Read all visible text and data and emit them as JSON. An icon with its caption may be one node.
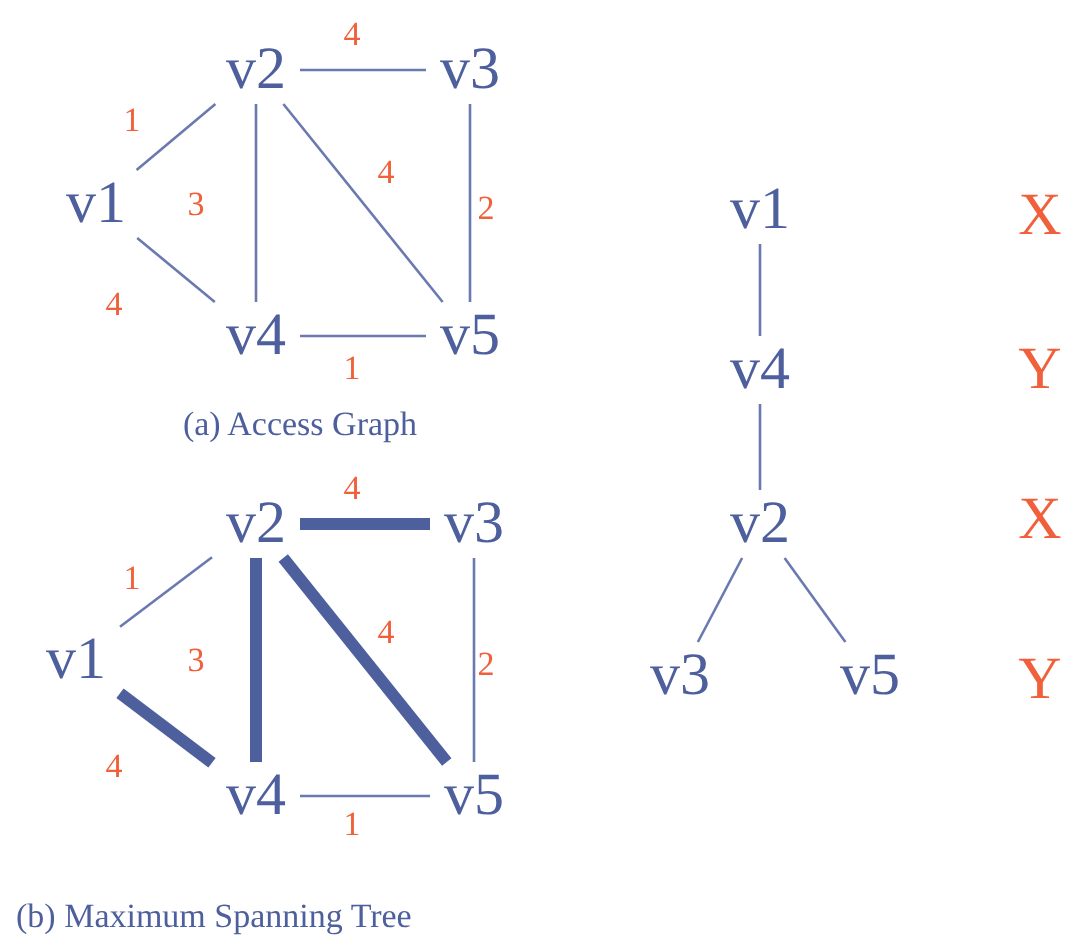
{
  "diagram": {
    "nodes": [
      {
        "text": [
          "v1"
        ]
      },
      {
        "text": [
          "v2"
        ]
      },
      {
        "text": [
          "v3"
        ]
      },
      {
        "text": [
          "v4"
        ]
      },
      {
        "text": [
          "v5"
        ]
      },
      {
        "text": [
          "v1"
        ]
      },
      {
        "text": [
          "v2"
        ]
      },
      {
        "text": [
          "v3"
        ]
      },
      {
        "text": [
          "v4"
        ]
      },
      {
        "text": [
          "v5"
        ]
      },
      {
        "text": [
          "v1"
        ]
      },
      {
        "text": [
          "v4"
        ]
      },
      {
        "text": [
          "v2"
        ]
      },
      {
        "text": [
          "v3"
        ]
      },
      {
        "text": [
          "v5"
        ]
      }
    ],
    "edges": [
      {
        "from": 0,
        "to": 1,
        "arrow": "none",
        "label": "1"
      },
      {
        "from": 0,
        "to": 3,
        "arrow": "none",
        "label": "4"
      },
      {
        "from": 1,
        "to": 2,
        "arrow": "none",
        "label": "4"
      },
      {
        "from": 1,
        "to": 3,
        "arrow": "none",
        "label": "3"
      },
      {
        "from": 1,
        "to": 4,
        "arrow": "none",
        "label": "4"
      },
      {
        "from": 2,
        "to": 4,
        "arrow": "none",
        "label": "2"
      },
      {
        "from": 3,
        "to": 4,
        "arrow": "none",
        "label": "1"
      },
      {
        "from": 5,
        "to": 6,
        "arrow": "none",
        "label": "1"
      },
      {
        "from": 5,
        "to": 8,
        "arrow": "none",
        "label": "4",
        "style": "thick"
      },
      {
        "from": 6,
        "to": 7,
        "arrow": "none",
        "label": "4",
        "style": "thick"
      },
      {
        "from": 6,
        "to": 8,
        "arrow": "none",
        "label": "3",
        "style": "thick"
      },
      {
        "from": 6,
        "to": 9,
        "arrow": "none",
        "label": "4",
        "style": "thick"
      },
      {
        "from": 7,
        "to": 9,
        "arrow": "none",
        "label": "2"
      },
      {
        "from": 8,
        "to": 9,
        "arrow": "none",
        "label": "1"
      },
      {
        "from": 10,
        "to": 11,
        "arrow": "none"
      },
      {
        "from": 11,
        "to": 12,
        "arrow": "none"
      },
      {
        "from": 12,
        "to": 13,
        "arrow": "none"
      },
      {
        "from": 12,
        "to": 14,
        "arrow": "none"
      }
    ],
    "labels": [
      "X",
      "Y",
      "(a) Access Graph",
      "X",
      "Y",
      "(b) Maximum Spanning Tree"
    ]
  }
}
